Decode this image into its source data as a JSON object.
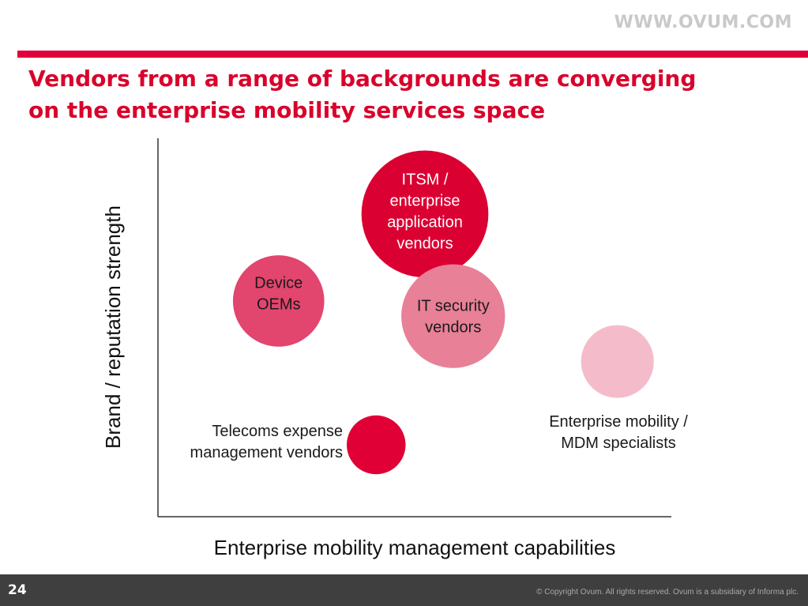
{
  "brand": {
    "site": "WWW.OVUM.COM"
  },
  "header": {
    "title_line1": "Vendors from a range of backgrounds are converging",
    "title_line2": "on the enterprise mobility services space"
  },
  "colors": {
    "accent": "#e2003b",
    "title": "#d9002b",
    "axis": "#333333",
    "footer": "#3f3f3f"
  },
  "chart_data": {
    "type": "scatter",
    "subtype": "bubble",
    "title": "Vendors from a range of backgrounds are converging on the enterprise mobility services space",
    "xlabel": "Enterprise mobility management capabilities",
    "ylabel": "Brand / reputation strength",
    "xlim": [
      0,
      100
    ],
    "ylim": [
      0,
      100
    ],
    "grid": false,
    "axis_ticks": false,
    "points": [
      {
        "label": [
          "ITSM /",
          "enterprise",
          "application",
          "vendors"
        ],
        "x": 52,
        "y": 80,
        "r": 82,
        "color": "#db0032",
        "text_color": "#ffffff",
        "label_pos": "inside"
      },
      {
        "label": [
          "Device",
          "OEMs"
        ],
        "x": 23.5,
        "y": 57,
        "r": 59,
        "color": "#e2456d",
        "text_color": "#1a1a1a",
        "label_pos": "inside"
      },
      {
        "label": [
          "IT security",
          "vendors"
        ],
        "x": 57.5,
        "y": 53,
        "r": 67,
        "color": "#e88097",
        "text_color": "#1a1a1a",
        "label_pos": "inside"
      },
      {
        "label": [
          "Enterprise mobility /",
          "MDM specialists"
        ],
        "x": 89.5,
        "y": 41,
        "r": 47,
        "color": "#f4bccb",
        "text_color": "#1a1a1a",
        "label_pos": "below"
      },
      {
        "label": [
          "Telecoms expense",
          "management vendors"
        ],
        "x": 42.5,
        "y": 19,
        "r": 38,
        "color": "#e00036",
        "text_color": "#1a1a1a",
        "label_pos": "left"
      }
    ]
  },
  "footer": {
    "page_number": "24",
    "copyright": "© Copyright Ovum. All rights reserved. Ovum is a subsidiary of Informa plc."
  }
}
